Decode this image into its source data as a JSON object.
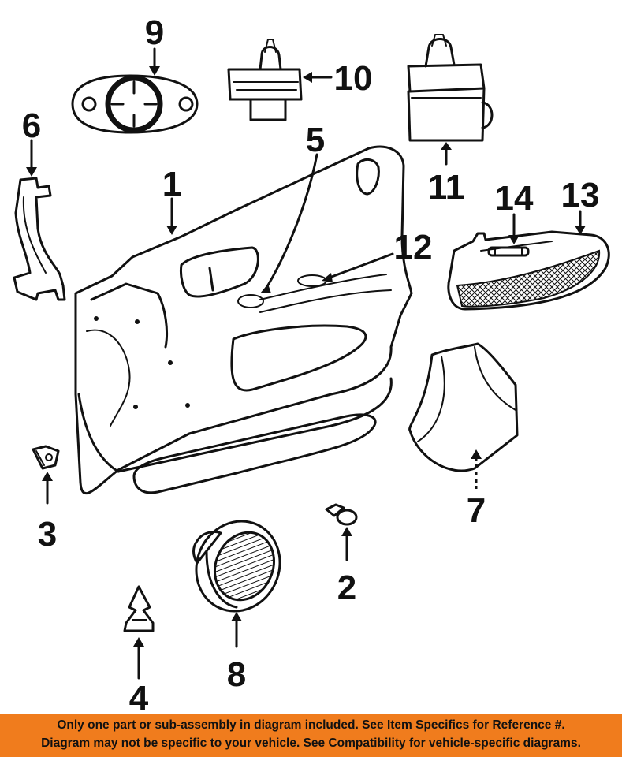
{
  "callouts": [
    "1",
    "2",
    "3",
    "4",
    "5",
    "6",
    "7",
    "8",
    "9",
    "10",
    "11",
    "12",
    "13",
    "14"
  ],
  "footer": {
    "line1": "Only one part or sub-assembly in diagram included. See Item Specifics for Reference #.",
    "line2": "Diagram may not be specific to your vehicle. See Compatibility for vehicle-specific diagrams."
  },
  "colors": {
    "footer_bg": "#f07c1d",
    "ink": "#111111"
  }
}
